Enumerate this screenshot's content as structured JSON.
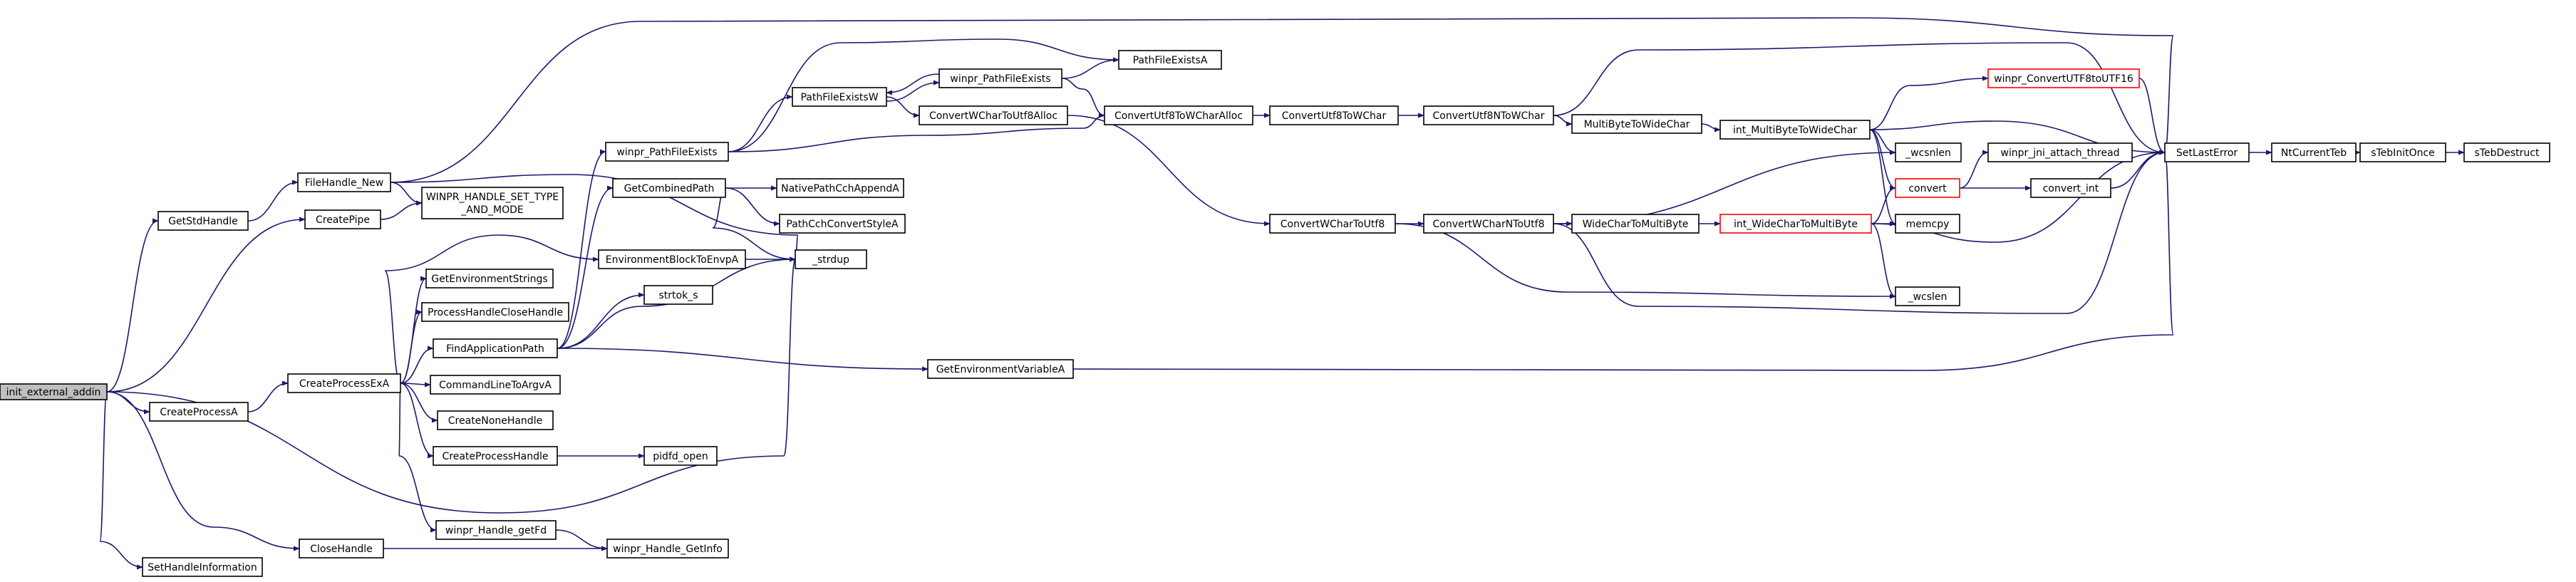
{
  "colors": {
    "edge": "#191970",
    "root_fill": "#bfbfbf",
    "node_fill": "#ffffff",
    "node_border": "#000000",
    "truncated_border": "#ff0000"
  },
  "nodes": [
    {
      "id": "init_external_addin",
      "label": "init_external_addin",
      "root": true
    },
    {
      "id": "GetStdHandle",
      "label": "GetStdHandle"
    },
    {
      "id": "FileHandle_New",
      "label": "FileHandle_New"
    },
    {
      "id": "CreatePipe",
      "label": "CreatePipe"
    },
    {
      "id": "WINPR_HANDLE_SET_TYPE_AND_MODE",
      "label": "WINPR_HANDLE_SET_TYPE",
      "label2": "_AND_MODE"
    },
    {
      "id": "CreateProcessA",
      "label": "CreateProcessA"
    },
    {
      "id": "CreateProcessExA",
      "label": "CreateProcessExA"
    },
    {
      "id": "CloseHandle",
      "label": "CloseHandle"
    },
    {
      "id": "SetHandleInformation",
      "label": "SetHandleInformation"
    },
    {
      "id": "winpr_PathFileExists",
      "label": "winpr_PathFileExists"
    },
    {
      "id": "GetCombinedPath",
      "label": "GetCombinedPath"
    },
    {
      "id": "EnvironmentBlockToEnvpA",
      "label": "EnvironmentBlockToEnvpA"
    },
    {
      "id": "GetEnvironmentStrings",
      "label": "GetEnvironmentStrings"
    },
    {
      "id": "ProcessHandleCloseHandle",
      "label": "ProcessHandleCloseHandle"
    },
    {
      "id": "FindApplicationPath",
      "label": "FindApplicationPath"
    },
    {
      "id": "CommandLineToArgvA",
      "label": "CommandLineToArgvA"
    },
    {
      "id": "CreateNoneHandle",
      "label": "CreateNoneHandle"
    },
    {
      "id": "CreateProcessHandle",
      "label": "CreateProcessHandle"
    },
    {
      "id": "winpr_Handle_getFd",
      "label": "winpr_Handle_getFd"
    },
    {
      "id": "winpr_Handle_GetInfo",
      "label": "winpr_Handle_GetInfo"
    },
    {
      "id": "_strdup",
      "label": "_strdup"
    },
    {
      "id": "strtok_s",
      "label": "strtok_s"
    },
    {
      "id": "pidfd_open",
      "label": "pidfd_open"
    },
    {
      "id": "NativePathCchAppendA",
      "label": "NativePathCchAppendA"
    },
    {
      "id": "PathCchConvertStyleA",
      "label": "PathCchConvertStyleA"
    },
    {
      "id": "PathFileExistsW",
      "label": "PathFileExistsW"
    },
    {
      "id": "winpr_PathFileExists2",
      "label": "winpr_PathFileExists"
    },
    {
      "id": "PathFileExistsA",
      "label": "PathFileExistsA"
    },
    {
      "id": "ConvertWCharToUtf8Alloc",
      "label": "ConvertWCharToUtf8Alloc"
    },
    {
      "id": "ConvertUtf8ToWCharAlloc",
      "label": "ConvertUtf8ToWCharAlloc"
    },
    {
      "id": "ConvertUtf8ToWChar",
      "label": "ConvertUtf8ToWChar"
    },
    {
      "id": "ConvertUtf8NToWChar",
      "label": "ConvertUtf8NToWChar"
    },
    {
      "id": "MultiByteToWideChar",
      "label": "MultiByteToWideChar"
    },
    {
      "id": "int_MultiByteToWideChar",
      "label": "int_MultiByteToWideChar"
    },
    {
      "id": "ConvertWCharToUtf8",
      "label": "ConvertWCharToUtf8"
    },
    {
      "id": "ConvertWCharNToUtf8",
      "label": "ConvertWCharNToUtf8"
    },
    {
      "id": "WideCharToMultiByte",
      "label": "WideCharToMultiByte"
    },
    {
      "id": "int_WideCharToMultiByte",
      "label": "int_WideCharToMultiByte",
      "truncated": true
    },
    {
      "id": "GetEnvironmentVariableA",
      "label": "GetEnvironmentVariableA"
    },
    {
      "id": "_wcsnlen",
      "label": "_wcsnlen"
    },
    {
      "id": "convert",
      "label": "convert",
      "truncated": true
    },
    {
      "id": "memcpy",
      "label": "memcpy"
    },
    {
      "id": "_wcslen",
      "label": "_wcslen"
    },
    {
      "id": "winpr_ConvertUTF8toUTF16",
      "label": "winpr_ConvertUTF8toUTF16",
      "truncated": true
    },
    {
      "id": "winpr_jni_attach_thread",
      "label": "winpr_jni_attach_thread"
    },
    {
      "id": "convert_int",
      "label": "convert_int"
    },
    {
      "id": "SetLastError",
      "label": "SetLastError"
    },
    {
      "id": "NtCurrentTeb",
      "label": "NtCurrentTeb"
    },
    {
      "id": "sTebInitOnce",
      "label": "sTebInitOnce"
    },
    {
      "id": "sTebDestruct",
      "label": "sTebDestruct"
    }
  ],
  "edges": [
    [
      "init_external_addin",
      "GetStdHandle"
    ],
    [
      "init_external_addin",
      "CreatePipe"
    ],
    [
      "init_external_addin",
      "CreateProcessA"
    ],
    [
      "init_external_addin",
      "_strdup"
    ],
    [
      "init_external_addin",
      "CloseHandle"
    ],
    [
      "init_external_addin",
      "SetHandleInformation"
    ],
    [
      "GetStdHandle",
      "FileHandle_New"
    ],
    [
      "FileHandle_New",
      "WINPR_HANDLE_SET_TYPE_AND_MODE"
    ],
    [
      "FileHandle_New",
      "SetLastError"
    ],
    [
      "FileHandle_New",
      "_strdup"
    ],
    [
      "CreatePipe",
      "WINPR_HANDLE_SET_TYPE_AND_MODE"
    ],
    [
      "CreateProcessA",
      "CreateProcessExA"
    ],
    [
      "CreateProcessExA",
      "EnvironmentBlockToEnvpA"
    ],
    [
      "CreateProcessExA",
      "GetEnvironmentStrings"
    ],
    [
      "CreateProcessExA",
      "ProcessHandleCloseHandle"
    ],
    [
      "CreateProcessExA",
      "FindApplicationPath"
    ],
    [
      "CreateProcessExA",
      "CommandLineToArgvA"
    ],
    [
      "CreateProcessExA",
      "CreateNoneHandle"
    ],
    [
      "CreateProcessExA",
      "CreateProcessHandle"
    ],
    [
      "CreateProcessExA",
      "winpr_Handle_getFd"
    ],
    [
      "CloseHandle",
      "winpr_Handle_GetInfo"
    ],
    [
      "winpr_Handle_getFd",
      "winpr_Handle_GetInfo"
    ],
    [
      "CreateProcessHandle",
      "pidfd_open"
    ],
    [
      "EnvironmentBlockToEnvpA",
      "_strdup"
    ],
    [
      "FindApplicationPath",
      "winpr_PathFileExists"
    ],
    [
      "FindApplicationPath",
      "GetCombinedPath"
    ],
    [
      "FindApplicationPath",
      "strtok_s"
    ],
    [
      "FindApplicationPath",
      "_strdup"
    ],
    [
      "FindApplicationPath",
      "GetEnvironmentVariableA"
    ],
    [
      "GetCombinedPath",
      "NativePathCchAppendA"
    ],
    [
      "GetCombinedPath",
      "PathCchConvertStyleA"
    ],
    [
      "GetCombinedPath",
      "_strdup"
    ],
    [
      "winpr_PathFileExists",
      "PathFileExistsW"
    ],
    [
      "winpr_PathFileExists",
      "PathFileExistsA"
    ],
    [
      "winpr_PathFileExists",
      "ConvertUtf8ToWCharAlloc"
    ],
    [
      "PathFileExistsW",
      "winpr_PathFileExists2"
    ],
    [
      "PathFileExistsW",
      "ConvertWCharToUtf8Alloc"
    ],
    [
      "winpr_PathFileExists2",
      "PathFileExistsW"
    ],
    [
      "winpr_PathFileExists2",
      "PathFileExistsA"
    ],
    [
      "winpr_PathFileExists2",
      "ConvertUtf8ToWCharAlloc"
    ],
    [
      "ConvertWCharToUtf8Alloc",
      "ConvertWCharToUtf8"
    ],
    [
      "ConvertUtf8ToWCharAlloc",
      "ConvertUtf8ToWChar"
    ],
    [
      "ConvertUtf8ToWChar",
      "ConvertUtf8NToWChar"
    ],
    [
      "ConvertUtf8NToWChar",
      "MultiByteToWideChar"
    ],
    [
      "ConvertUtf8NToWChar",
      "SetLastError"
    ],
    [
      "MultiByteToWideChar",
      "int_MultiByteToWideChar"
    ],
    [
      "int_MultiByteToWideChar",
      "_wcsnlen"
    ],
    [
      "int_MultiByteToWideChar",
      "convert"
    ],
    [
      "int_MultiByteToWideChar",
      "memcpy"
    ],
    [
      "int_MultiByteToWideChar",
      "winpr_ConvertUTF8toUTF16"
    ],
    [
      "int_MultiByteToWideChar",
      "SetLastError"
    ],
    [
      "ConvertWCharToUtf8",
      "ConvertWCharNToUtf8"
    ],
    [
      "ConvertWCharToUtf8",
      "_wcslen"
    ],
    [
      "ConvertWCharNToUtf8",
      "WideCharToMultiByte"
    ],
    [
      "ConvertWCharNToUtf8",
      "_wcsnlen"
    ],
    [
      "ConvertWCharNToUtf8",
      "SetLastError"
    ],
    [
      "WideCharToMultiByte",
      "int_WideCharToMultiByte"
    ],
    [
      "int_WideCharToMultiByte",
      "convert"
    ],
    [
      "int_WideCharToMultiByte",
      "memcpy"
    ],
    [
      "int_WideCharToMultiByte",
      "_wcslen"
    ],
    [
      "int_WideCharToMultiByte",
      "SetLastError"
    ],
    [
      "GetEnvironmentVariableA",
      "SetLastError"
    ],
    [
      "convert",
      "winpr_jni_attach_thread"
    ],
    [
      "convert",
      "convert_int"
    ],
    [
      "convert_int",
      "SetLastError"
    ],
    [
      "winpr_ConvertUTF8toUTF16",
      "SetLastError"
    ],
    [
      "SetLastError",
      "NtCurrentTeb"
    ],
    [
      "NtCurrentTeb",
      "sTebInitOnce"
    ],
    [
      "sTebInitOnce",
      "sTebDestruct"
    ]
  ]
}
